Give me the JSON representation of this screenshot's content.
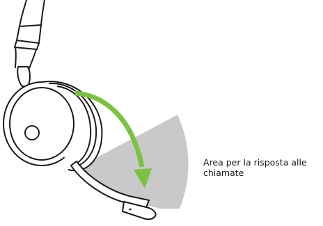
{
  "figure": {
    "caption_lines": [
      "Area per la risposta alle",
      "chiamate"
    ],
    "colors": {
      "outline": "#1a1a1a",
      "zone_fill": "#c9c9c9",
      "arrow": "#7cc242",
      "background": "#ffffff"
    },
    "icons": {
      "headset": "headset-illustration",
      "arrow": "rotate-arrow"
    }
  }
}
